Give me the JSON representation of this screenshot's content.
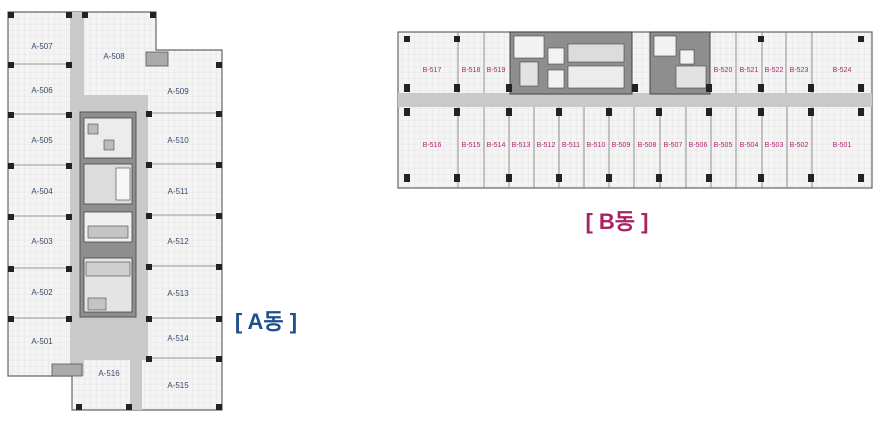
{
  "building_a": {
    "label": "[ A동 ]",
    "rooms": [
      {
        "id": "A-507"
      },
      {
        "id": "A-508"
      },
      {
        "id": "A-509"
      },
      {
        "id": "A-506"
      },
      {
        "id": "A-505"
      },
      {
        "id": "A-510"
      },
      {
        "id": "A-504"
      },
      {
        "id": "A-511"
      },
      {
        "id": "A-503"
      },
      {
        "id": "A-512"
      },
      {
        "id": "A-502"
      },
      {
        "id": "A-513"
      },
      {
        "id": "A-501"
      },
      {
        "id": "A-514"
      },
      {
        "id": "A-516"
      },
      {
        "id": "A-515"
      }
    ],
    "colors": {
      "label": "#1f4f8c",
      "room_text": "#3a4a6a",
      "corridor": "#c8c8c8",
      "core": "#8a8a8a"
    }
  },
  "building_b": {
    "label": "[ B동 ]",
    "top_rooms": [
      {
        "id": "B-517"
      },
      {
        "id": "B-518"
      },
      {
        "id": "B-519"
      },
      {
        "id": "B-520"
      },
      {
        "id": "B-521"
      },
      {
        "id": "B-522"
      },
      {
        "id": "B-523"
      },
      {
        "id": "B-524"
      }
    ],
    "bottom_rooms": [
      {
        "id": "B-516"
      },
      {
        "id": "B-515"
      },
      {
        "id": "B-514"
      },
      {
        "id": "B-513"
      },
      {
        "id": "B-512"
      },
      {
        "id": "B-511"
      },
      {
        "id": "B-510"
      },
      {
        "id": "B-509"
      },
      {
        "id": "B-508"
      },
      {
        "id": "B-507"
      },
      {
        "id": "B-506"
      },
      {
        "id": "B-505"
      },
      {
        "id": "B-504"
      },
      {
        "id": "B-503"
      },
      {
        "id": "B-502"
      },
      {
        "id": "B-501"
      }
    ],
    "colors": {
      "label": "#a8235f",
      "room_text": "#b0246e"
    }
  }
}
